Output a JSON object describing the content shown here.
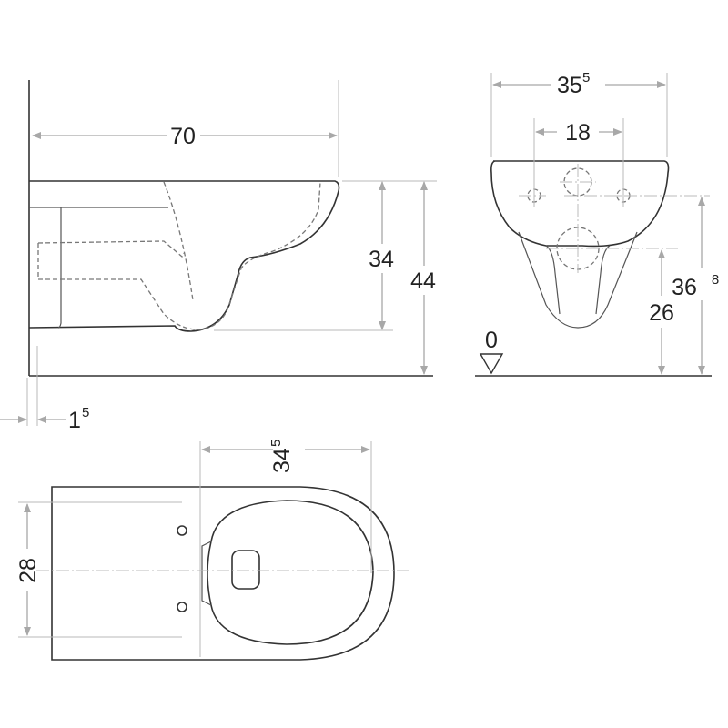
{
  "side_view": {
    "width": "70",
    "rim_height": "34",
    "total_height": "44",
    "wall_gap": {
      "main": "1",
      "sup": "5"
    }
  },
  "front_view": {
    "width": {
      "main": "35",
      "sup": "5"
    },
    "bolt_spacing": "18",
    "outlet_height": "26",
    "bolt_height": {
      "main": "36",
      "sup": "8"
    },
    "floor_level": "0"
  },
  "top_view": {
    "seat_length": {
      "main": "34",
      "sup": "5"
    },
    "bolt_width": "28"
  }
}
